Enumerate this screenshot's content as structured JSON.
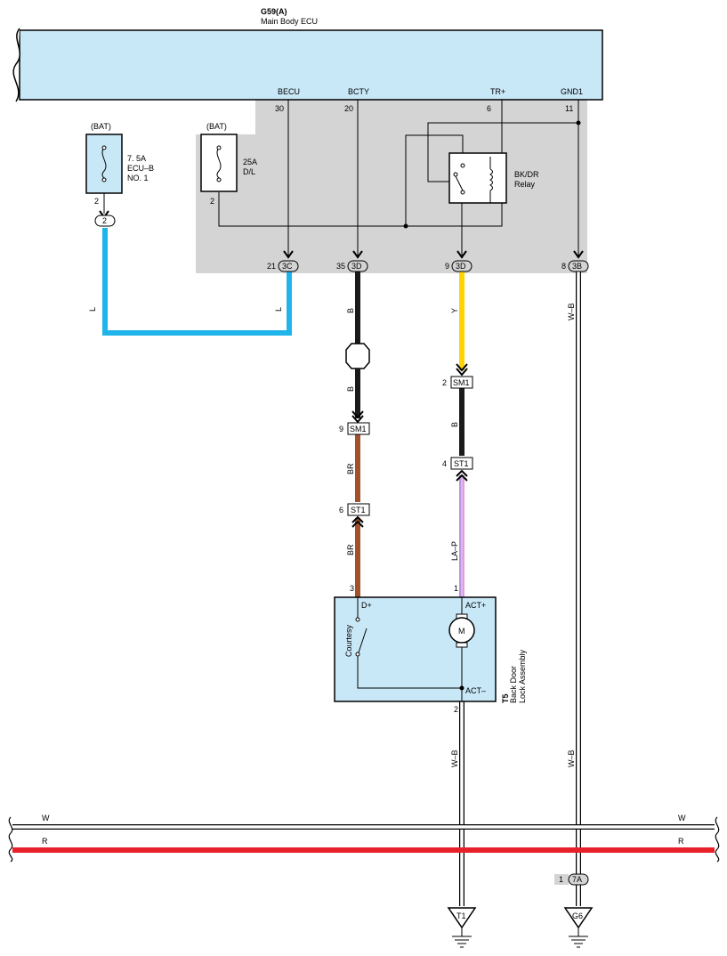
{
  "colors": {
    "ecu_fill": "#c9e8f7",
    "gray_area": "#d4d4d4",
    "wire_blue": "#1fb4ea",
    "wire_black": "#1a1a1a",
    "wire_brown": "#a0522d",
    "wire_yellow": "#ffd400",
    "wire_red": "#e8202a",
    "wire_white": "#ffffff",
    "wire_violet": "#b078d8",
    "wire_pink": "#f08cc4"
  },
  "ecu": {
    "code": "G59(A)",
    "name": "Main Body ECU",
    "terminals": [
      {
        "name": "BECU",
        "pin": "30"
      },
      {
        "name": "BCTY",
        "pin": "20"
      },
      {
        "name": "TR+",
        "pin": "6"
      },
      {
        "name": "GND1",
        "pin": "11"
      }
    ]
  },
  "fuse_ecu_b": {
    "source": "(BAT)",
    "rating": "7. 5A",
    "name1": "ECU–B",
    "name2": "NO. 1",
    "pin": "2",
    "connector": "2"
  },
  "fuse_dl": {
    "source": "(BAT)",
    "rating": "25A",
    "name": "D/L",
    "pin": "2"
  },
  "relay": {
    "name1": "BK/DR",
    "name2": "Relay"
  },
  "bottom_connectors": [
    {
      "pin": "21",
      "code": "3C"
    },
    {
      "pin": "35",
      "code": "3D"
    },
    {
      "pin": "9",
      "code": "3D"
    },
    {
      "pin": "8",
      "code": "3B"
    }
  ],
  "wires": {
    "left_l1": "L",
    "left_l2": "L",
    "becu_b1": "B",
    "becu_b2": "B",
    "becu_br1": "BR",
    "becu_br2": "BR",
    "trp_y": "Y",
    "trp_b": "B",
    "trp_lap": "LA–P",
    "gnd_wb1": "W–B",
    "gnd_wb2": "W–B",
    "act_wb": "W–B"
  },
  "junctions": {
    "sm1_left": {
      "pin": "9",
      "code": "SM1"
    },
    "st1_left": {
      "pin": "6",
      "code": "ST1"
    },
    "sm1_right": {
      "pin": "2",
      "code": "SM1"
    },
    "st1_right": {
      "pin": "4",
      "code": "ST1"
    }
  },
  "t5": {
    "code": "T5",
    "name1": "Back Door",
    "name2": "Lock Assembly",
    "pin_d": "3",
    "pin_act": "1",
    "pin_gnd": "2",
    "term_d": "D+",
    "term_actp": "ACT+",
    "term_actm": "ACT–",
    "switch_label": "Courtesy",
    "motor_label": "M"
  },
  "bus": {
    "w_left": "W",
    "w_right": "W",
    "r_left": "R",
    "r_right": "R"
  },
  "ground_conn": {
    "pin": "1",
    "code": "7A"
  },
  "grounds": {
    "t1": "T1",
    "g6": "G6"
  }
}
